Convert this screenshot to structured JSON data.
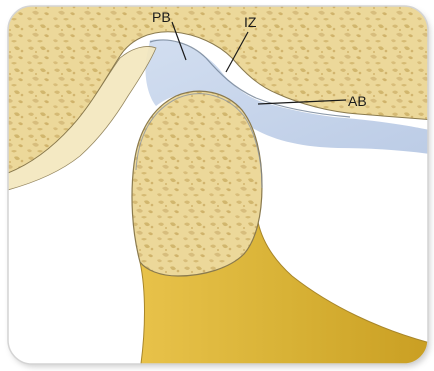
{
  "labels": {
    "pb": "PB",
    "iz": "IZ",
    "ab": "AB"
  },
  "colors": {
    "bone": "#ecd89a",
    "bone_dark": "#c9ab5a",
    "disc": "#c9d7ec",
    "condyle_neck": "#d9b640",
    "outline": "#7a6b45"
  },
  "icons": [
    "bone-texture-pattern"
  ]
}
